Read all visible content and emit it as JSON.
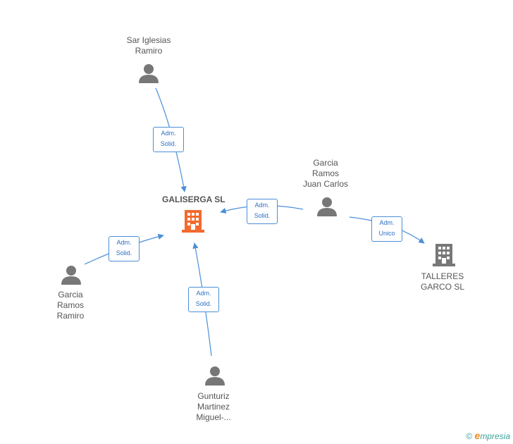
{
  "main_node": {
    "label": "GALISERGA SL"
  },
  "persons": [
    {
      "name_lines": [
        "Sar Iglesias",
        "Ramiro"
      ]
    },
    {
      "name_lines": [
        "Garcia",
        "Ramos",
        "Juan Carlos"
      ]
    },
    {
      "name_lines": [
        "Garcia",
        "Ramos",
        "Ramiro"
      ]
    },
    {
      "name_lines": [
        "Gunturiz",
        "Martinez",
        "Miguel-..."
      ]
    }
  ],
  "companies": [
    {
      "name_lines": [
        "TALLERES",
        "GARCO SL"
      ]
    }
  ],
  "edges": [
    {
      "label_lines": [
        "Adm.",
        "Solid."
      ]
    },
    {
      "label_lines": [
        "Adm.",
        "Solid."
      ]
    },
    {
      "label_lines": [
        "Adm.",
        "Unico"
      ]
    },
    {
      "label_lines": [
        "Adm.",
        "Solid."
      ]
    },
    {
      "label_lines": [
        "Adm.",
        "Solid."
      ]
    }
  ],
  "footer": {
    "copyright": "©",
    "brand_initial": "e",
    "brand_rest": "mpresia"
  },
  "colors": {
    "edge": "#4a8fd8",
    "person_icon": "#777777",
    "main_company_icon": "#f26a2e",
    "company_icon": "#777777"
  }
}
